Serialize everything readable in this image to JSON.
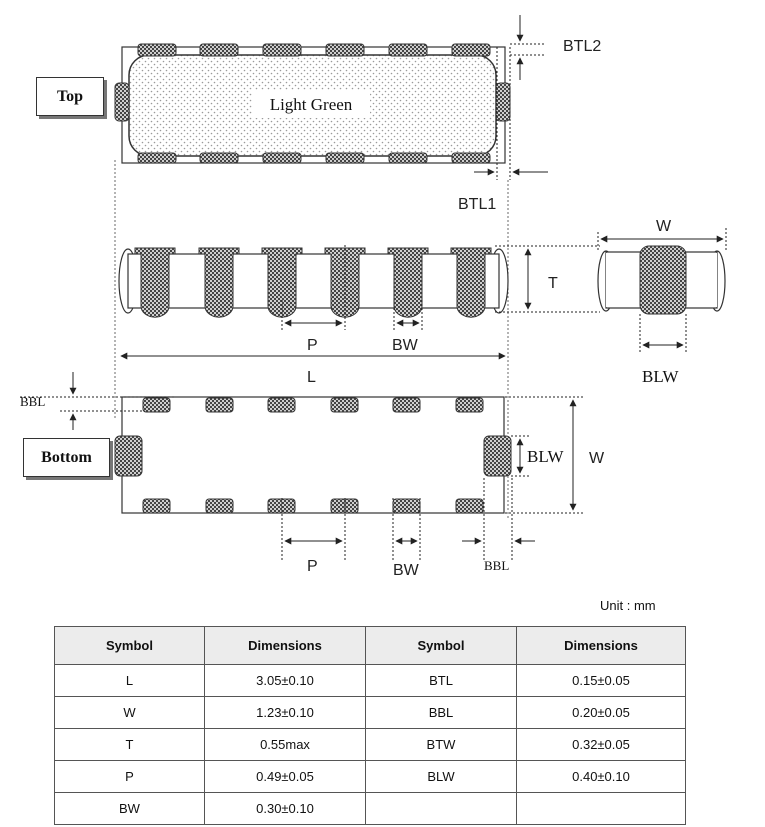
{
  "diagram": {
    "top_label": "Top",
    "bottom_label": "Bottom",
    "body_color_text": "Light Green",
    "btl2": "BTL2",
    "btl1": "BTL1",
    "t": "T",
    "w_side": "W",
    "blw_side": "BLW",
    "p_mid": "P",
    "bw_mid": "BW",
    "l": "L",
    "bbl_top": "BBL",
    "blw_bottom": "BLW",
    "w_bottom": "W",
    "p_bottom": "P",
    "bw_bottom": "BW",
    "bbl_bottom": "BBL"
  },
  "table": {
    "unit": "Unit : mm",
    "headers": [
      "Symbol",
      "Dimensions",
      "Symbol",
      "Dimensions"
    ],
    "rows": [
      [
        "L",
        "3.05±0.10",
        "BTL",
        "0.15±0.05"
      ],
      [
        "W",
        "1.23±0.10",
        "BBL",
        "0.20±0.05"
      ],
      [
        "T",
        "0.55max",
        "BTW",
        "0.32±0.05"
      ],
      [
        "P",
        "0.49±0.05",
        "BLW",
        "0.40±0.10"
      ],
      [
        "BW",
        "0.30±0.10",
        "",
        ""
      ]
    ]
  },
  "colors": {
    "terminal": "#8a8a8a",
    "body_dots": "#bdbdbd",
    "line": "#333333"
  }
}
